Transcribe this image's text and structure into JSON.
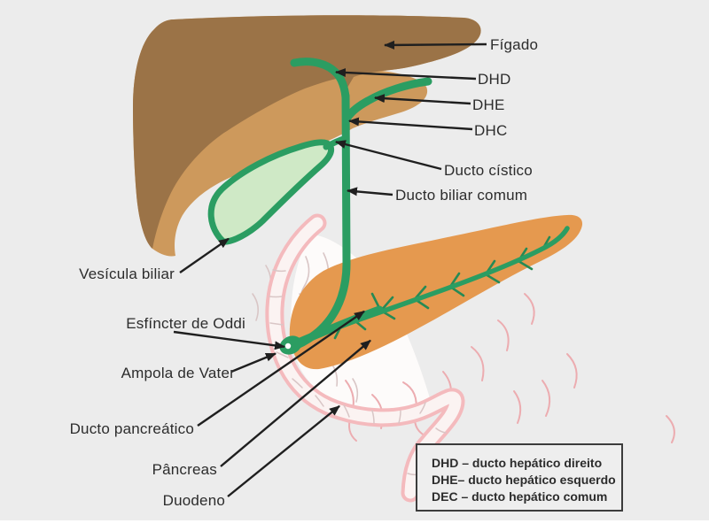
{
  "labels": {
    "figado": "Fígado",
    "dhd": "DHD",
    "dhe": "DHE",
    "dhc": "DHC",
    "ducto_cistico": "Ducto cístico",
    "ducto_biliar_comum": "Ducto biliar comum",
    "vesicula_biliar": "Vesícula biliar",
    "esfincter_de_oddi": "Esfíncter de Oddi",
    "ampola_de_vater": "Ampola de Vater",
    "ducto_pancreatico": "Ducto pancreático",
    "pancreas": "Pâncreas",
    "duodeno": "Duodeno"
  },
  "legend": {
    "lines": [
      "DHD – ducto hepático direito",
      "DHE– ducto hepático esquerdo",
      "DEC – ducto hepático comum"
    ]
  },
  "colors": {
    "background": "#ececec",
    "footer_strip": "#ffffff",
    "liver_dark": "#9b7347",
    "liver_light": "#cd995c",
    "duct_green": "#2b9d62",
    "duct_branch": "#268a55",
    "gallbladder_fill": "#cfe9c6",
    "pancreas": "#e5994f",
    "duodenum_wall": "#f4babd",
    "duodenum_lumen": "#fbf3f2",
    "loop_interior": "#fdfbfa",
    "squiggle": "#ecacb0",
    "squiggle_faint": "#d9c6c6",
    "ampulla_dot": "#ffffff",
    "arrow": "#1f1f1f",
    "text": "#2c2c2c",
    "legend_border": "#3c3c3c",
    "legend_bg": "#eeeeee"
  }
}
